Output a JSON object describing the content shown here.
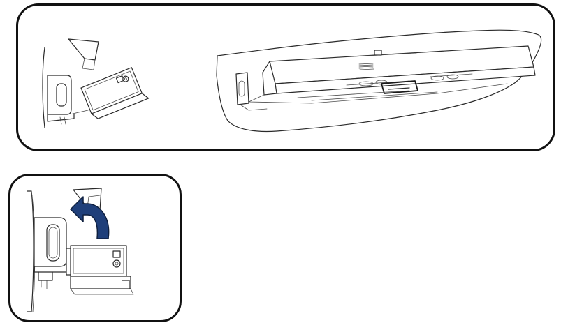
{
  "figure": {
    "panels": [
      {
        "id": "overview",
        "shows": "soundbar-on-wall-mount"
      },
      {
        "id": "detail",
        "shows": "bracket-rotate-step"
      }
    ],
    "arrow_color": "#1f3f7a",
    "outline_color": "#111111"
  },
  "icons": {
    "arrow": "curved-arrow-icon"
  }
}
